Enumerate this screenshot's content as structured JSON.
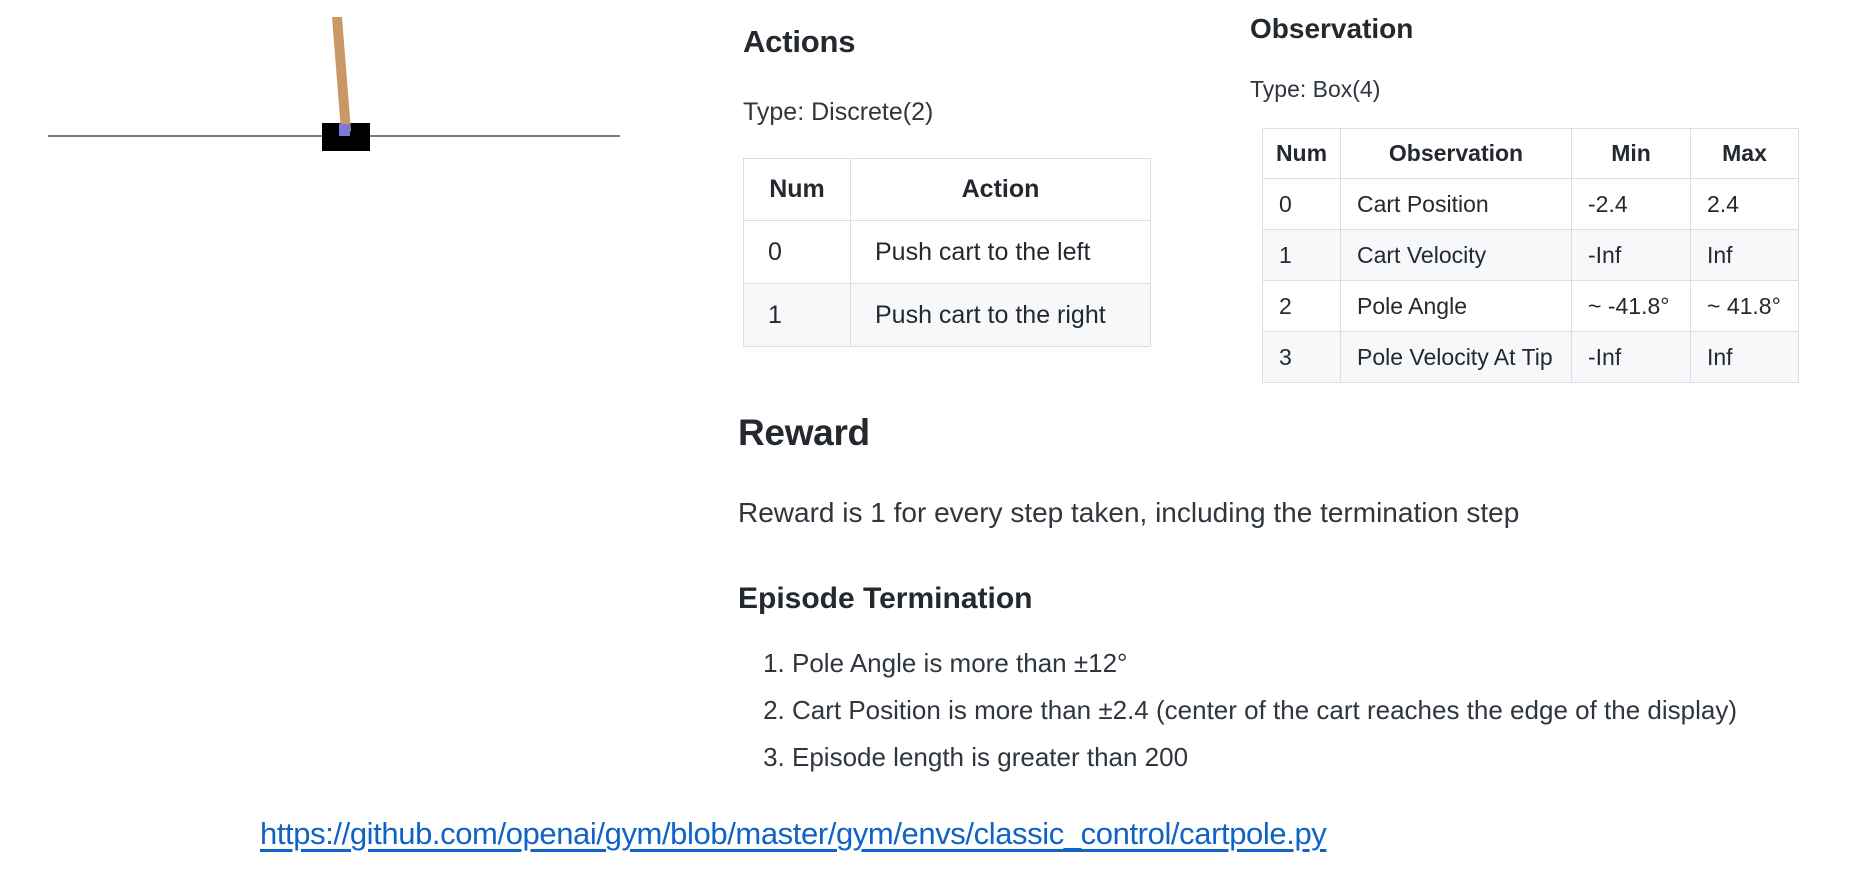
{
  "figure": {
    "label": "CartPole environment render",
    "track_color": "#7a7a7a",
    "cart_color": "#000000",
    "pole_color": "#ca9865",
    "axle_color": "#7a7ad0"
  },
  "actions": {
    "title": "Actions",
    "type_label": "Type: Discrete(2)",
    "table": {
      "headers": [
        "Num",
        "Action"
      ],
      "rows": [
        [
          "0",
          "Push cart to the left"
        ],
        [
          "1",
          "Push cart to the right"
        ]
      ]
    }
  },
  "observation": {
    "title": "Observation",
    "type_label": "Type: Box(4)",
    "table": {
      "headers": [
        "Num",
        "Observation",
        "Min",
        "Max"
      ],
      "rows": [
        [
          "0",
          "Cart Position",
          "-2.4",
          "2.4"
        ],
        [
          "1",
          "Cart Velocity",
          "-Inf",
          "Inf"
        ],
        [
          "2",
          "Pole Angle",
          "~ -41.8°",
          "~ 41.8°"
        ],
        [
          "3",
          "Pole Velocity At Tip",
          "-Inf",
          "Inf"
        ]
      ]
    }
  },
  "reward": {
    "title": "Reward",
    "text": "Reward is 1 for every step taken, including the termination step"
  },
  "episode_termination": {
    "title": "Episode Termination",
    "items": [
      "Pole Angle is more than ±12°",
      "Cart Position is more than ±2.4 (center of the cart reaches the edge of the display)",
      "Episode length is greater than 200"
    ]
  },
  "link": {
    "url_text": "https://github.com/openai/gym/blob/master/gym/envs/classic_control/cartpole.py",
    "color": "#1063c6"
  }
}
